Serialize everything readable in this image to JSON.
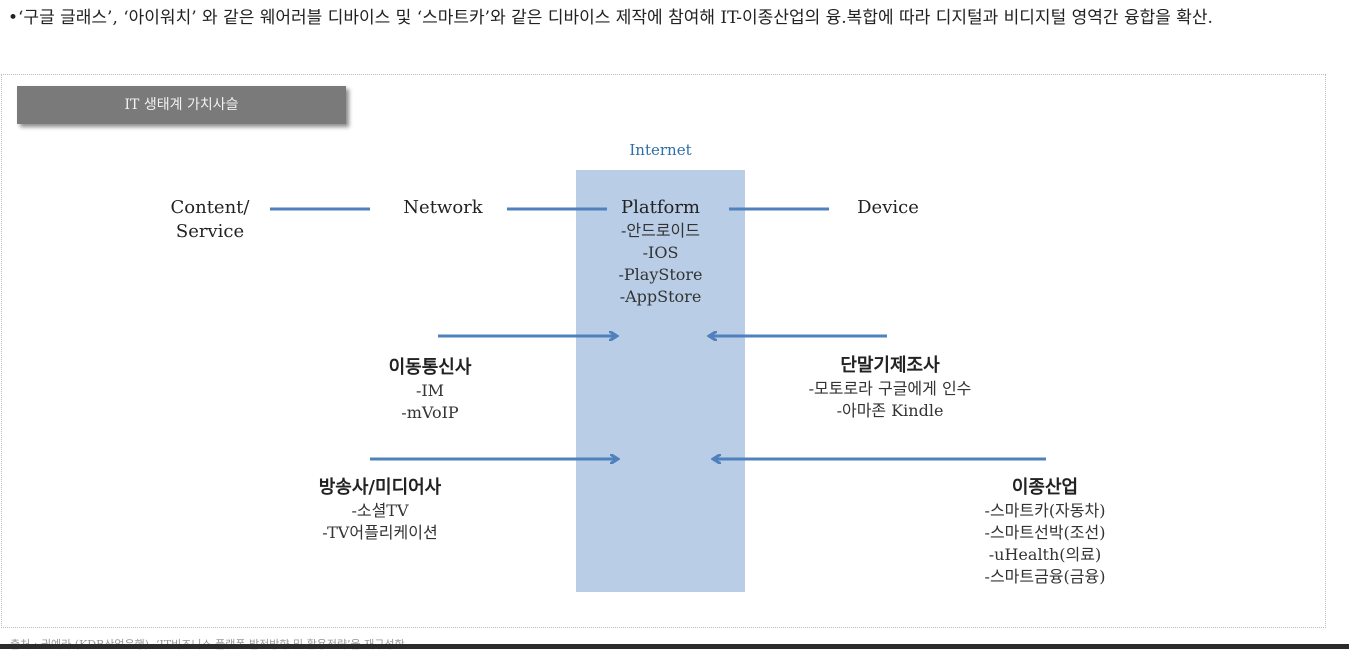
{
  "intro": {
    "bullet": "•",
    "text": "‘구글 글래스’, ‘아이워치’ 와 같은 웨어러블 디바이스 및 ‘스마트카’와 같은 디바이스 제작에 참여해 IT-이종산업의 융.복합에 따라 디지털과 비디지털 영역간 융합을 확산."
  },
  "diagram": {
    "title": "IT 생태계 가치사슬",
    "internet_label": "Internet",
    "content_service": [
      "Content/",
      "Service"
    ],
    "network": "Network",
    "platform": {
      "name": "Platform",
      "items": [
        "-안드로이드",
        "-IOS",
        "-PlayStore",
        "-AppStore"
      ]
    },
    "device": "Device",
    "mobile_carrier": {
      "name": "이동통신사",
      "items": [
        "-IM",
        "-mVoIP"
      ]
    },
    "device_maker": {
      "name": "단말기제조사",
      "items": [
        "-모토로라 구글에게 인수",
        "-아마존 Kindle"
      ]
    },
    "broadcaster": {
      "name": "방송사/미디어사",
      "items": [
        "-소셜TV",
        "-TV어플리케이션"
      ]
    },
    "other_industry": {
      "name": "이종산업",
      "items": [
        "-스마트카(자동차)",
        "-스마트선박(조선)",
        "-uHealth(의료)",
        "-스마트금융(금융)"
      ]
    }
  },
  "footer": "출처 : 권예라 (KDB산업은행), ‘IT비즈니스 플랫폼 발전방향 및 활용전략’을 재구성함",
  "colors": {
    "line": "#4f81bd",
    "platform_fill": "#b9cde6",
    "title_fill": "#7a7a7a"
  }
}
